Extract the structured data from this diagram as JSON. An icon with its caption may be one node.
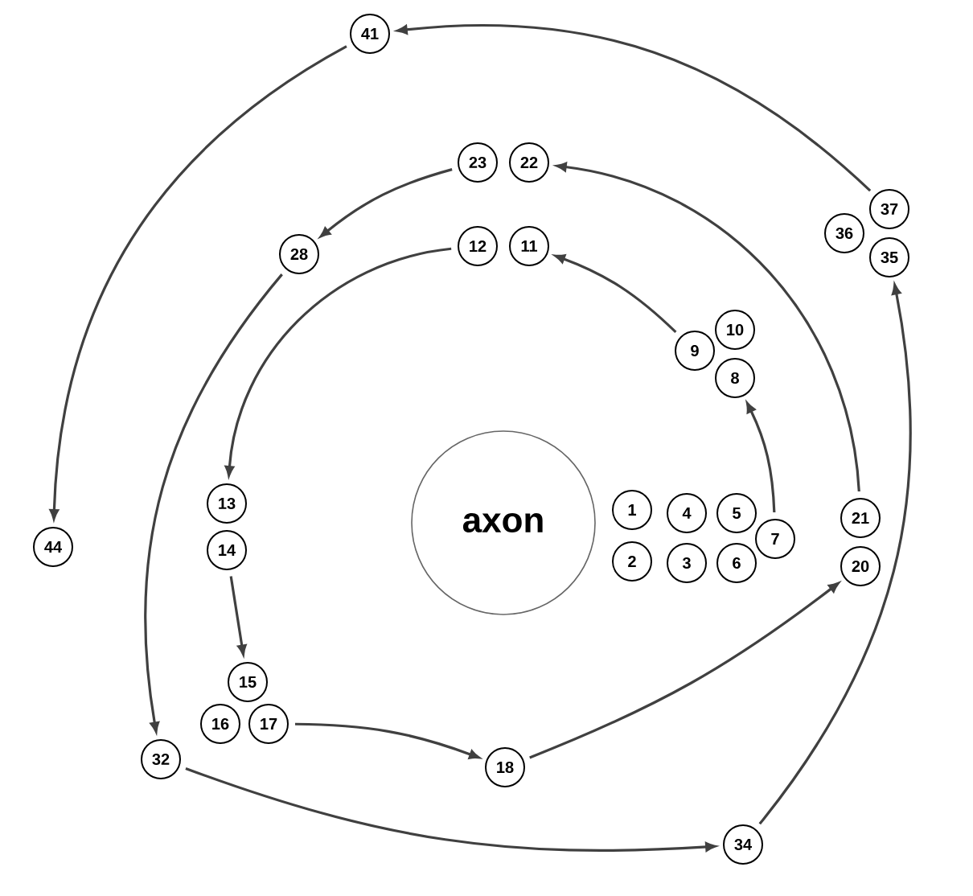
{
  "diagram": {
    "nodes": [
      {
        "text": [
          "axon"
        ]
      },
      {
        "text": [
          "1"
        ]
      },
      {
        "text": [
          "2"
        ]
      },
      {
        "text": [
          "3"
        ]
      },
      {
        "text": [
          "4"
        ]
      },
      {
        "text": [
          "5"
        ]
      },
      {
        "text": [
          "6"
        ]
      },
      {
        "text": [
          "7"
        ]
      },
      {
        "text": [
          "8"
        ]
      },
      {
        "text": [
          "9"
        ]
      },
      {
        "text": [
          "10"
        ]
      },
      {
        "text": [
          "11"
        ]
      },
      {
        "text": [
          "12"
        ]
      },
      {
        "text": [
          "13"
        ]
      },
      {
        "text": [
          "14"
        ]
      },
      {
        "text": [
          "15"
        ]
      },
      {
        "text": [
          "16"
        ]
      },
      {
        "text": [
          "17"
        ]
      },
      {
        "text": [
          "18"
        ]
      },
      {
        "text": [
          "20"
        ]
      },
      {
        "text": [
          "21"
        ]
      },
      {
        "text": [
          "22"
        ]
      },
      {
        "text": [
          "23"
        ]
      },
      {
        "text": [
          "28"
        ]
      },
      {
        "text": [
          "32"
        ]
      },
      {
        "text": [
          "34"
        ]
      },
      {
        "text": [
          "35"
        ]
      },
      {
        "text": [
          "36"
        ]
      },
      {
        "text": [
          "37"
        ]
      },
      {
        "text": [
          "41"
        ]
      },
      {
        "text": [
          "44"
        ]
      }
    ],
    "edges": [
      {
        "from": 7,
        "to": 8,
        "arrow": "to"
      },
      {
        "from": 9,
        "to": 11,
        "arrow": "to"
      },
      {
        "from": 12,
        "to": 13,
        "arrow": "to"
      },
      {
        "from": 14,
        "to": 15,
        "arrow": "to"
      },
      {
        "from": 17,
        "to": 18,
        "arrow": "to"
      },
      {
        "from": 18,
        "to": 19,
        "arrow": "to"
      },
      {
        "from": 20,
        "to": 21,
        "arrow": "to"
      },
      {
        "from": 22,
        "to": 23,
        "arrow": "to"
      },
      {
        "from": 23,
        "to": 24,
        "arrow": "to"
      },
      {
        "from": 24,
        "to": 25,
        "arrow": "to"
      },
      {
        "from": 25,
        "to": 26,
        "arrow": "to"
      },
      {
        "from": 28,
        "to": 29,
        "arrow": "to"
      },
      {
        "from": 29,
        "to": 30,
        "arrow": "to"
      }
    ]
  }
}
